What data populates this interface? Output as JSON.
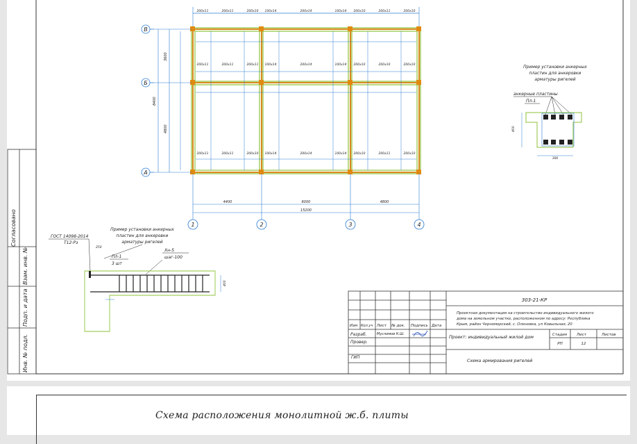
{
  "plan": {
    "axes_letters": [
      "В",
      "Б",
      "А"
    ],
    "axes_numbers": [
      "1",
      "2",
      "3",
      "4"
    ],
    "top_dims": [
      "200х11",
      "200х11",
      "200х10",
      "100х14",
      "200х14",
      "100х14",
      "200х10",
      "200х11",
      "200х10"
    ],
    "mid_dims": [
      "200х11",
      "200х11",
      "200х11",
      "100х14",
      "200х14",
      "100х14",
      "200х10",
      "200х10",
      "200х10"
    ],
    "bot_dims": [
      "200х11",
      "200х11",
      "200х10",
      "100х14",
      "200х14",
      "100х14",
      "200х10",
      "200х11",
      "200х10"
    ],
    "bottom_spans": [
      "4400",
      "6000",
      "4800"
    ],
    "total_span": "15200",
    "left_spans": [
      "3600",
      "4800"
    ],
    "left_total": "8400"
  },
  "detail_right": {
    "title": "Пример установки анкерных пластин для анкеровки арматуры ригелей",
    "plates_label": "анкерные пластины",
    "plate_mark": "Пл-1",
    "dim_h": "400",
    "dim_w": "300"
  },
  "detail_left": {
    "gost_line1": "ГОСТ 14098-2014",
    "gost_line2": "Т12-Рз",
    "dim_top": "250",
    "title": "Пример установки анкерных пластин для анкеровки арматуры ригелей",
    "plate_mark": "Пл-1",
    "plate_qty": "3 шт",
    "clamp": "Хн-5",
    "step": "шаг-100",
    "dim_side": "400"
  },
  "side_stamp": [
    "Согласовано",
    "Взам. инв. №",
    "Подп. и дата",
    "Инв. № подл."
  ],
  "title_block": {
    "code": "303-21-КР",
    "description": [
      "Проектная документация на строительство индивидуального жилого",
      "дома на земельном участке, расположенном по адресу: Республика",
      "Крым, район Черноморский, с. Оленевка, ул Ковыльная, 20"
    ],
    "columns": [
      "Изм",
      "Кол.уч",
      "Лист",
      "№ док.",
      "Подпись",
      "Дата"
    ],
    "role_developer": "Разраб.",
    "developer_name": "Муслимов К.Ш.",
    "role_checker": "Провер.",
    "role_gip": "ГИП",
    "project": "Проект: индивидуальный жилой дом",
    "stage_label": "Стадия",
    "sheet_label": "Лист",
    "sheets_label": "Листов",
    "stage": "РП",
    "sheet": "12",
    "sheets": "",
    "drawing_title": "Схема армирования ригелей"
  },
  "next_sheet_caption": "Схема расположения монолитной ж.б. плиты"
}
